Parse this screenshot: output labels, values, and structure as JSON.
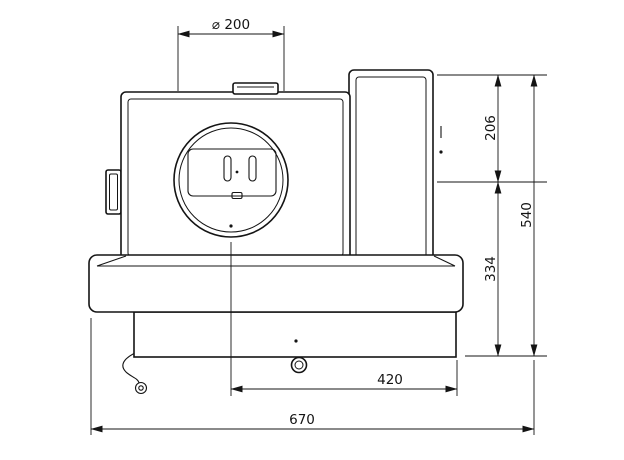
{
  "drawing": {
    "description": "wood stove elevation, line drawing with dimension annotations",
    "background": "#ffffff",
    "line_color": "#141414"
  },
  "dimensions": {
    "flue_diameter": "⌀ 200",
    "top_to_flue_center": "206",
    "flue_center_to_base_bottom": "334",
    "total_height": "540",
    "flue_axis_to_front_edge": "420",
    "total_width": "670"
  }
}
